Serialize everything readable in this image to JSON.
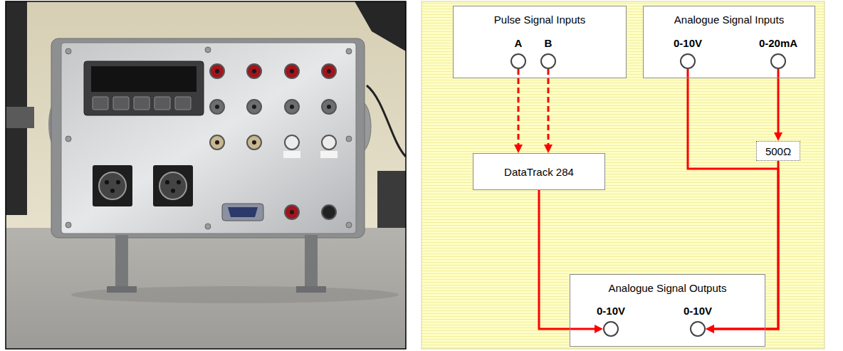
{
  "diagram": {
    "nodes": [
      {
        "text": [
          "Pulse Signal Inputs"
        ]
      },
      {
        "text": [
          "A"
        ],
        "in": 0
      },
      {
        "text": [
          "B"
        ],
        "in": 0
      },
      {
        "text": [
          "Analogue Signal Inputs"
        ]
      },
      {
        "text": [
          "0-10V"
        ],
        "in": 3
      },
      {
        "text": [
          "0-20mA"
        ],
        "in": 3
      },
      {
        "text": [
          "500Ω"
        ]
      },
      {
        "text": [
          "DataTrack 284"
        ]
      },
      {
        "text": [
          "Analogue Signal Outputs"
        ]
      },
      {
        "text": [
          "0-10V"
        ],
        "in": 8
      },
      {
        "text": [
          "0-10V"
        ],
        "in": 8
      }
    ],
    "edges": [
      {
        "from": 1,
        "to": 7,
        "arrow": "to"
      },
      {
        "from": 2,
        "to": 7,
        "arrow": "to"
      },
      {
        "from": 5,
        "to": 6,
        "arrow": "to"
      },
      {
        "from": 4,
        "to": 10,
        "arrow": "to"
      },
      {
        "from": 6,
        "to": 10,
        "arrow": "to"
      },
      {
        "from": 7,
        "to": 9,
        "arrow": "to"
      }
    ]
  }
}
